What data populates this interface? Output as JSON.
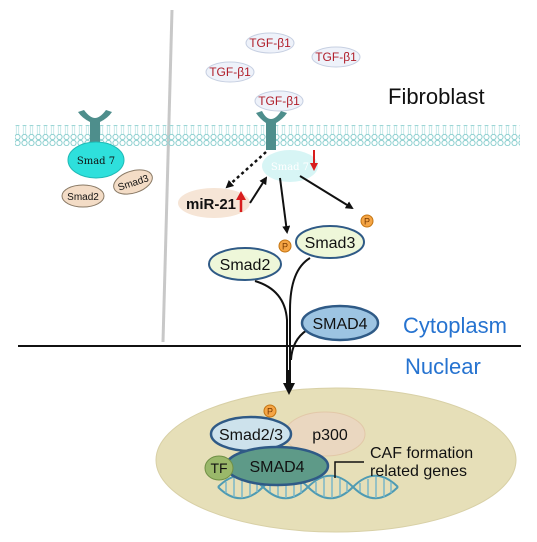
{
  "labels": {
    "tgf": "TGF-β1",
    "fibroblast": "Fibroblast",
    "smad7": "Smad 7",
    "smad2": "Smad2",
    "smad3": "Smad3",
    "mir21": "miR-21",
    "smad4": "SMAD4",
    "cytoplasm": "Cytoplasm",
    "nuclear": "Nuclear",
    "smad23": "Smad2/3",
    "p300": "p300",
    "tf": "TF",
    "p": "P",
    "caf_line1": "CAF formation",
    "caf_line2": "related genes"
  },
  "colors": {
    "tgf_text": "#b01e2a",
    "tgf_fill": "#eef2fa",
    "membrane": "#a9dede",
    "receptor": "#4e8e8c",
    "smad7_fill": "#2ee0dc",
    "smad_small_fill": "#f3dcc6",
    "smad_fill": "#eef7d9",
    "smad4_fill": "#9dc4e2",
    "compartment_text": "#2673d0",
    "nucleus_fill": "#e6dfb8",
    "p300_fill": "#ead7c0",
    "smad4_nuc_fill": "#5e9a88",
    "tf_fill": "#9ab86a",
    "p_fill": "#f5a545",
    "red_arrow": "#d81e1e",
    "dna": "#4f9bb3"
  }
}
